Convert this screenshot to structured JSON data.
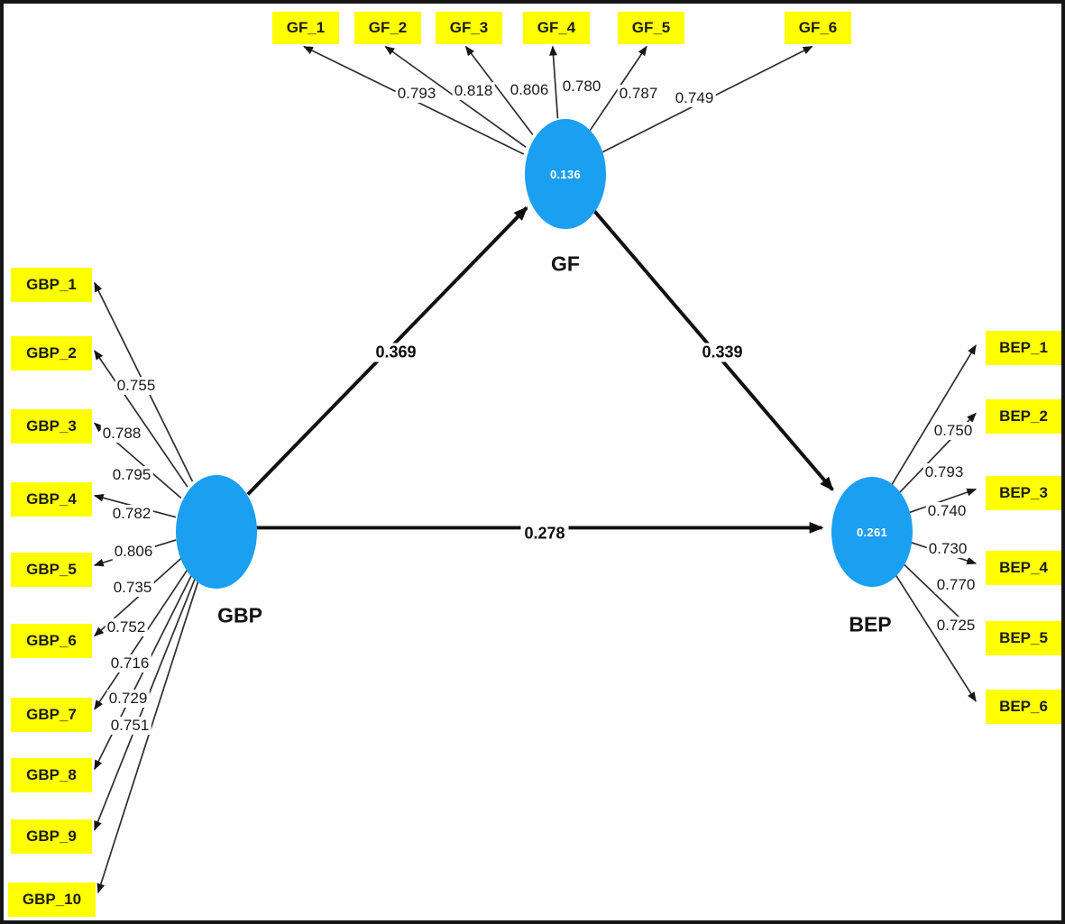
{
  "diagram": {
    "constructs": [
      {
        "id": "GF",
        "label": "GF",
        "r_squared": "0.136"
      },
      {
        "id": "GBP",
        "label": "GBP",
        "r_squared": ""
      },
      {
        "id": "BEP",
        "label": "BEP",
        "r_squared": "0.261"
      }
    ],
    "indicators": {
      "GF": [
        {
          "label": "GF_1",
          "loading": "0.793"
        },
        {
          "label": "GF_2",
          "loading": "0.818"
        },
        {
          "label": "GF_3",
          "loading": "0.806"
        },
        {
          "label": "GF_4",
          "loading": "0.780"
        },
        {
          "label": "GF_5",
          "loading": "0.787"
        },
        {
          "label": "GF_6",
          "loading": "0.749"
        }
      ],
      "GBP": [
        {
          "label": "GBP_1",
          "loading": "0.755"
        },
        {
          "label": "GBP_2",
          "loading": "0.788"
        },
        {
          "label": "GBP_3",
          "loading": "0.795"
        },
        {
          "label": "GBP_4",
          "loading": "0.782"
        },
        {
          "label": "GBP_5",
          "loading": "0.806"
        },
        {
          "label": "GBP_6",
          "loading": "0.735"
        },
        {
          "label": "GBP_7",
          "loading": "0.752"
        },
        {
          "label": "GBP_8",
          "loading": "0.716"
        },
        {
          "label": "GBP_9",
          "loading": "0.729"
        },
        {
          "label": "GBP_10",
          "loading": "0.751"
        }
      ],
      "BEP": [
        {
          "label": "BEP_1",
          "loading": "0.750"
        },
        {
          "label": "BEP_2",
          "loading": "0.793"
        },
        {
          "label": "BEP_3",
          "loading": "0.740"
        },
        {
          "label": "BEP_4",
          "loading": "0.730"
        },
        {
          "label": "BEP_5",
          "loading": "0.770"
        },
        {
          "label": "BEP_6",
          "loading": "0.725"
        }
      ]
    },
    "paths": [
      {
        "from": "GBP",
        "to": "GF",
        "coefficient": "0.369"
      },
      {
        "from": "GF",
        "to": "BEP",
        "coefficient": "0.339"
      },
      {
        "from": "GBP",
        "to": "BEP",
        "coefficient": "0.278"
      }
    ],
    "colors": {
      "indicator_fill": "#ffff00",
      "construct_fill": "#1b9ff0",
      "line": "#1a1a1a",
      "construct_value_text": "#ffffff"
    }
  }
}
